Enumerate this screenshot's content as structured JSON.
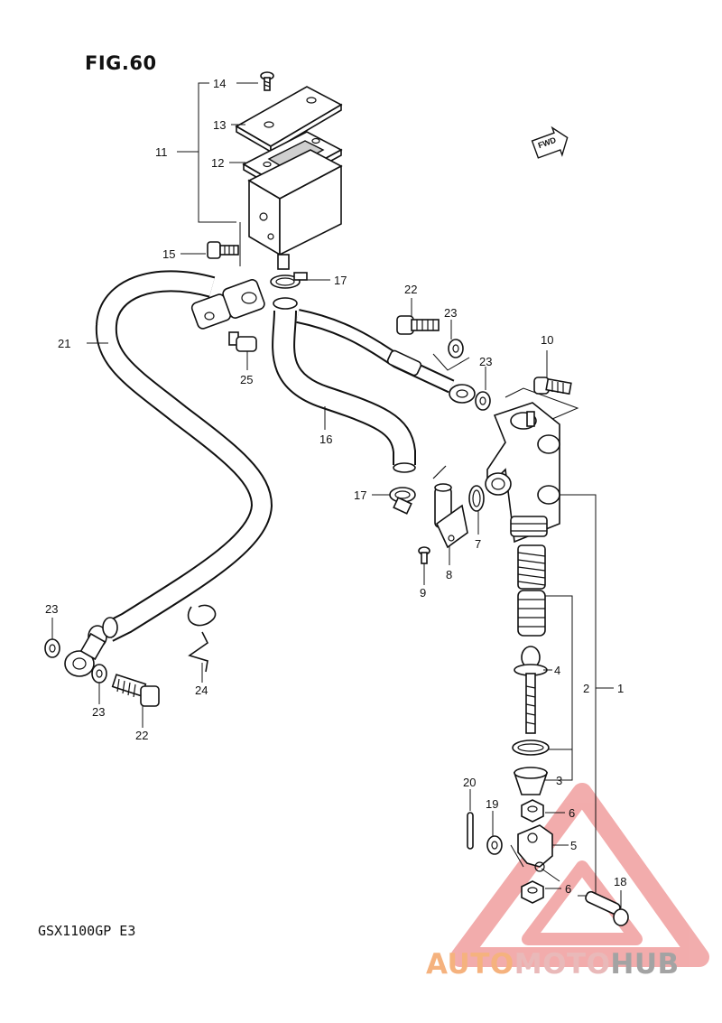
{
  "figure": {
    "title": "FIG.60"
  },
  "model": {
    "code": "GSX1100GP  E3"
  },
  "arrow": {
    "label": "FWD"
  },
  "callouts": {
    "n1": "1",
    "n2": "2",
    "n3": "3",
    "n4": "4",
    "n5": "5",
    "n6a": "6",
    "n6b": "6",
    "n7": "7",
    "n8": "8",
    "n9": "9",
    "n10": "10",
    "n11": "11",
    "n12": "12",
    "n13": "13",
    "n14": "14",
    "n15": "15",
    "n16": "16",
    "n17a": "17",
    "n17b": "17",
    "n18": "18",
    "n19": "19",
    "n20": "20",
    "n21": "21",
    "n22a": "22",
    "n22b": "22",
    "n23a": "23",
    "n23b": "23",
    "n23c": "23",
    "n23d": "23",
    "n24": "24",
    "n25": "25"
  },
  "watermark": {
    "part1": "AUTO",
    "part2": "MOTO",
    "part3": "HUB"
  },
  "colors": {
    "watermark_triangle": "#e86a6a",
    "watermark_auto": "#f5b27e",
    "watermark_hub": "#a3a3a3"
  }
}
